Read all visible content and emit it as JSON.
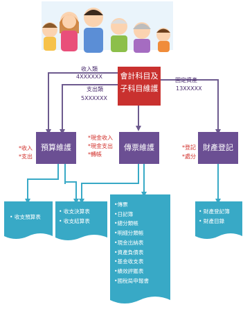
{
  "top_box": {
    "line1": "會計科目及",
    "line2": "子科目維護"
  },
  "boxes": {
    "budget": "預算維護",
    "voucher": "傳票維護",
    "property": "財產登記"
  },
  "edges": {
    "income_label": "收入類",
    "income_code": "4XXXXXX",
    "expense_label": "支出類",
    "expense_code": "5XXXXXX",
    "asset_label": "固定資產",
    "asset_code": "13XXXXX"
  },
  "notes": {
    "budget": [
      "*收入",
      "*支出"
    ],
    "voucher": [
      "*現金收入",
      "*現金支出",
      "*轉帳"
    ],
    "property": [
      "*登記",
      "*處分"
    ]
  },
  "documents": {
    "budget_report": [
      "• 收支預算表"
    ],
    "statements": [
      "• 收支決算表",
      "• 收支結算表"
    ],
    "voucher_outputs": [
      "•傳票",
      "•日記簿",
      "•總分類帳",
      "•明細分類帳",
      "•現金出納表",
      "•資產負債表",
      "•基金收支表",
      "•績效評鑑表",
      "•國稅局申報書"
    ],
    "property_outputs": [
      "• 財產登記簿",
      "• 財產目錄"
    ]
  },
  "colors": {
    "top_box": "#c9312f",
    "process_box": "#6b4f93",
    "document": "#38a9c6",
    "note_red": "#d2322d",
    "connector_purple": "#6d5a8e"
  }
}
